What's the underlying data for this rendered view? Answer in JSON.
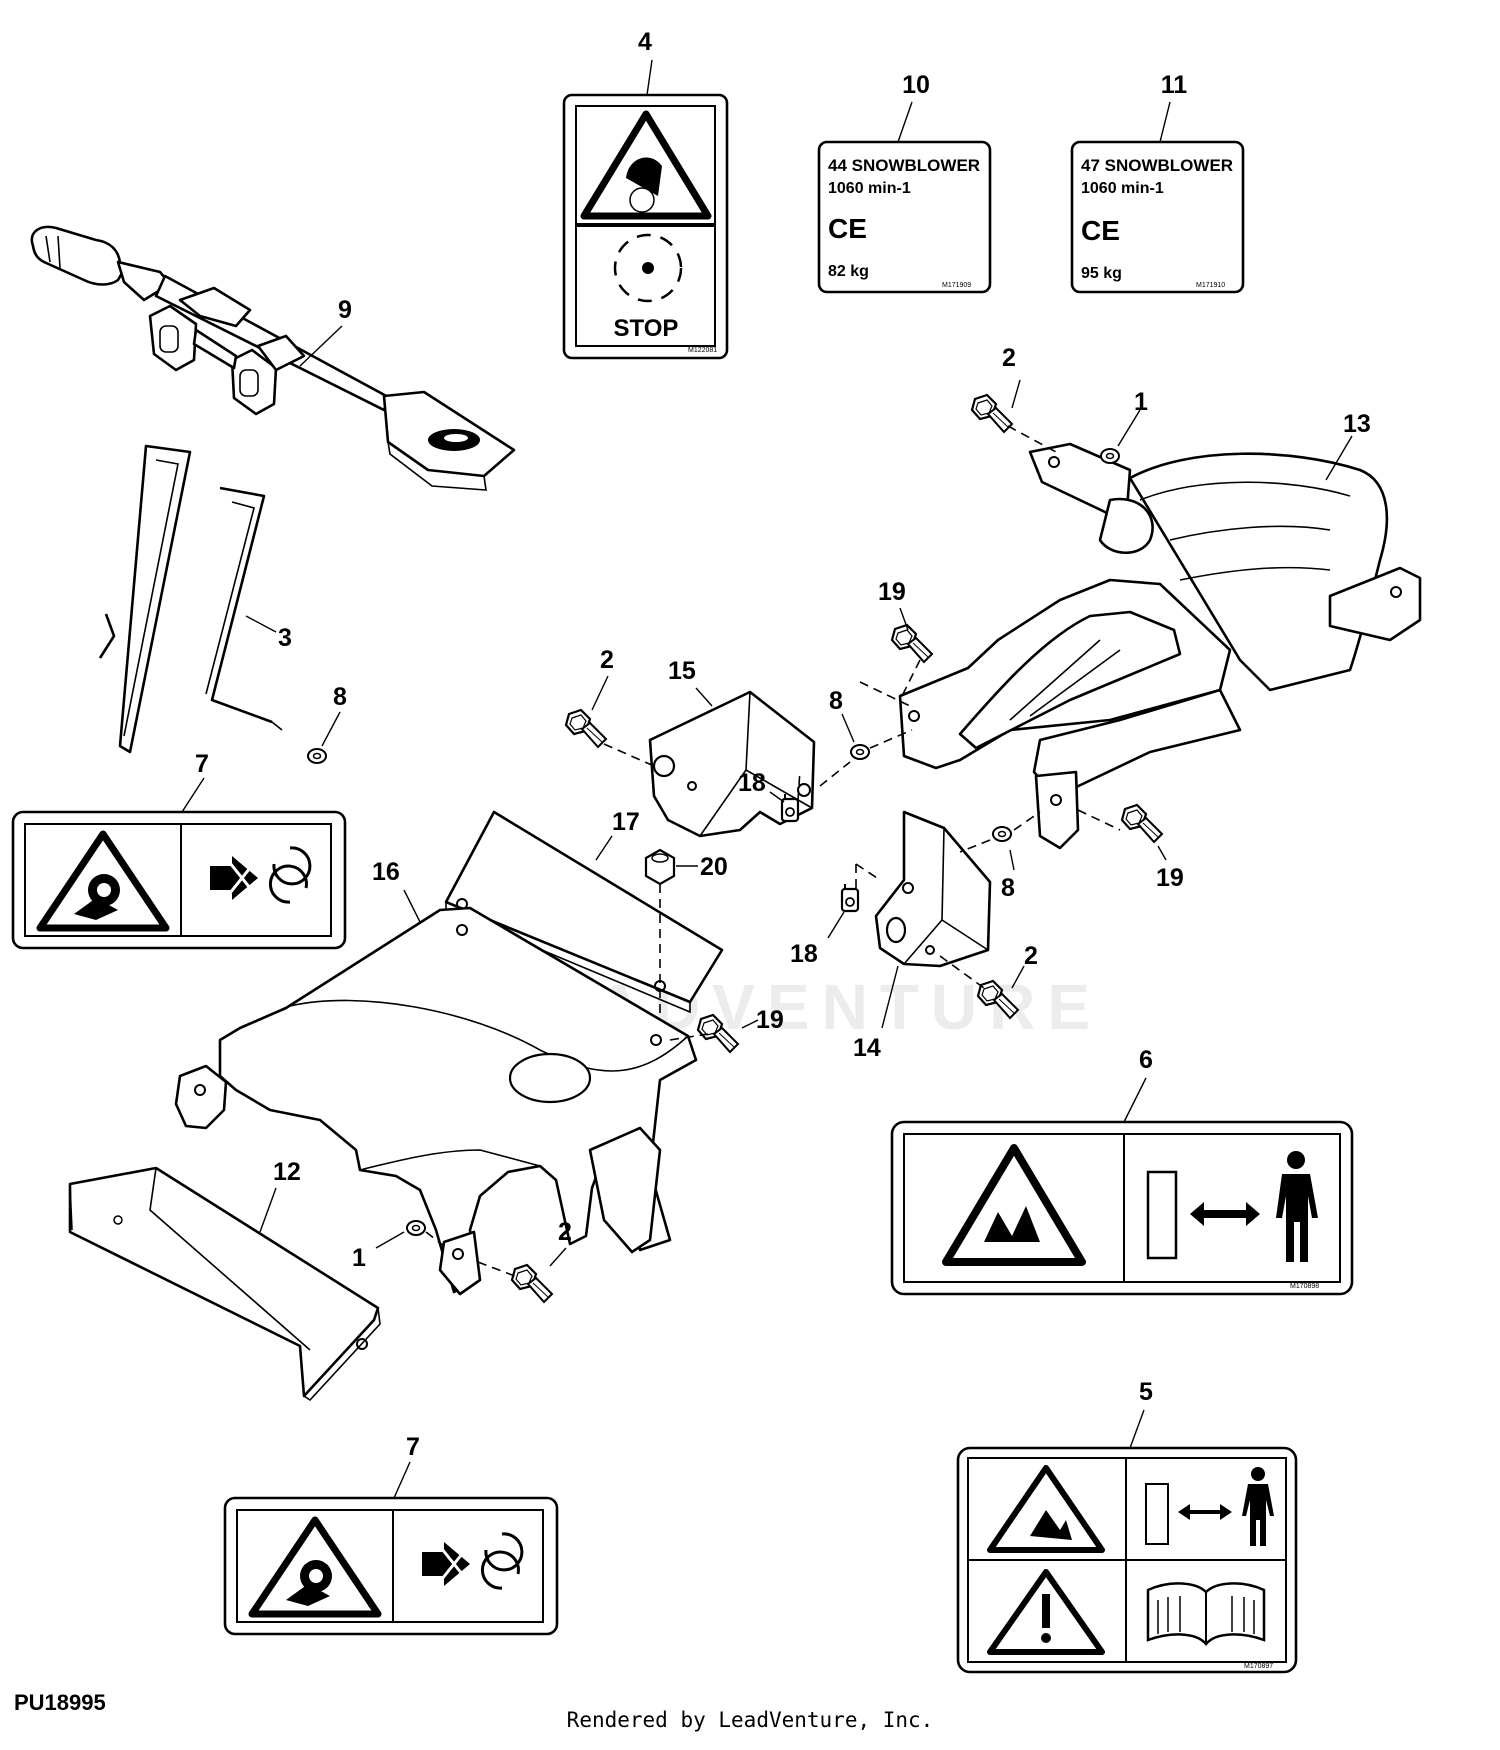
{
  "watermark": "LEADVENTURE",
  "figure_code": "PU18995",
  "credit": "Rendered by LeadVenture, Inc.",
  "callouts": {
    "c1a": "1",
    "c1b": "1",
    "c2a": "2",
    "c2b": "2",
    "c2c": "2",
    "c2d": "2",
    "c3": "3",
    "c4": "4",
    "c5": "5",
    "c6": "6",
    "c7a": "7",
    "c7b": "7",
    "c8a": "8",
    "c8b": "8",
    "c8c": "8",
    "c9": "9",
    "c10": "10",
    "c11": "11",
    "c12": "12",
    "c13": "13",
    "c14": "14",
    "c15": "15",
    "c16": "16",
    "c17": "17",
    "c18a": "18",
    "c18b": "18",
    "c19a": "19",
    "c19b": "19",
    "c19c": "19",
    "c20": "20"
  },
  "decals": {
    "stop_decal": {
      "text": "STOP",
      "code": "M122081"
    },
    "decal_44": {
      "title": "44 SNOWBLOWER",
      "speed": "1060 min-1",
      "mark": "CE",
      "weight": "82 kg",
      "code": "M171909"
    },
    "decal_47": {
      "title": "47 SNOWBLOWER",
      "speed": "1060 min-1",
      "mark": "CE",
      "weight": "95 kg",
      "code": "M171910"
    },
    "decal_6": {
      "code": "M170898"
    },
    "decal_5": {
      "code": "M170897"
    }
  }
}
